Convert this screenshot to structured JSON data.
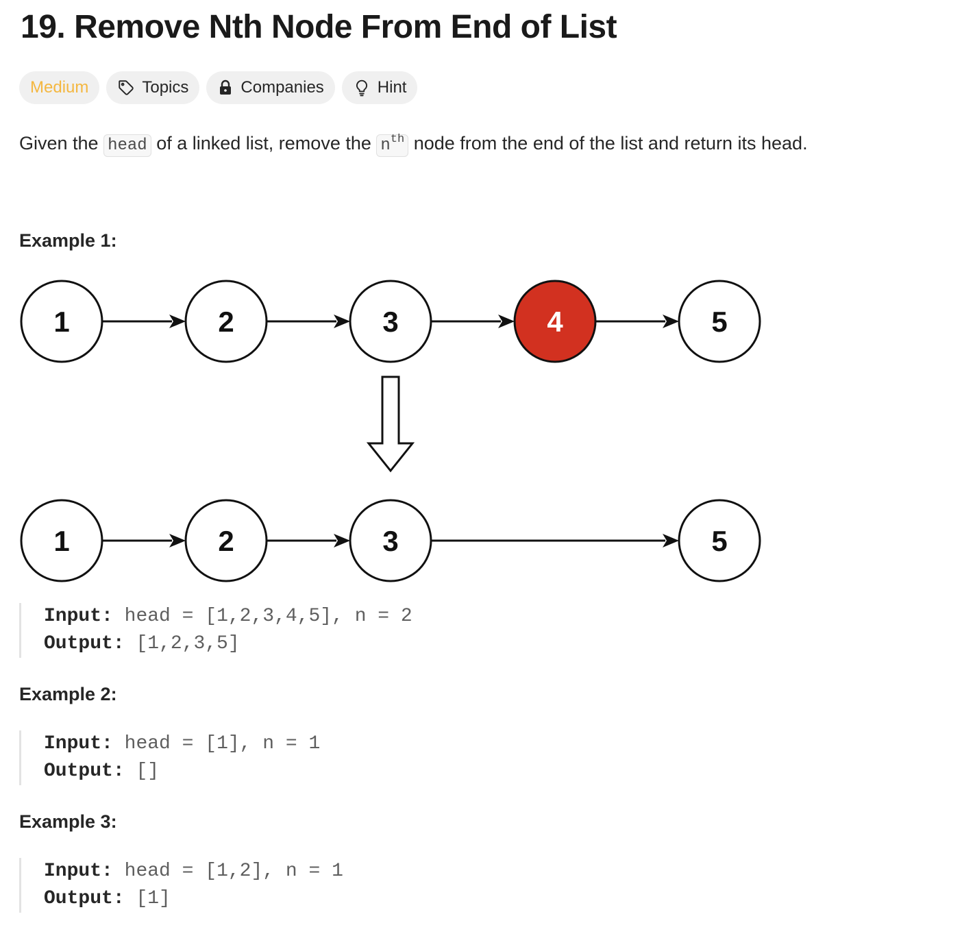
{
  "problem": {
    "title": "19. Remove Nth Node From End of List"
  },
  "tags": {
    "difficulty": "Medium",
    "topics": "Topics",
    "companies": "Companies",
    "hint": "Hint",
    "colors": {
      "difficulty": "#f4b740",
      "pill_bg": "#f0f0f0"
    }
  },
  "description": {
    "before": "Given the",
    "code_head": "head",
    "middle": "of a linked list, remove the",
    "code_n": "n",
    "code_sup": "th",
    "after": "node from the end of the list and return its head."
  },
  "examples": [
    {
      "title": "Example 1:",
      "input_label": "Input:",
      "input_value": "head = [1,2,3,4,5], n = 2",
      "output_label": "Output:",
      "output_value": "[1,2,3,5]"
    },
    {
      "title": "Example 2:",
      "input_label": "Input:",
      "input_value": "head = [1], n = 1",
      "output_label": "Output:",
      "output_value": "[]"
    },
    {
      "title": "Example 3:",
      "input_label": "Input:",
      "input_value": "head = [1,2], n = 1",
      "output_label": "Output:",
      "output_value": "[1]"
    }
  ],
  "diagram": {
    "before_nodes": [
      "1",
      "2",
      "3",
      "4",
      "5"
    ],
    "after_nodes": [
      "1",
      "2",
      "3",
      "5"
    ],
    "removed_color": "#d23120"
  }
}
